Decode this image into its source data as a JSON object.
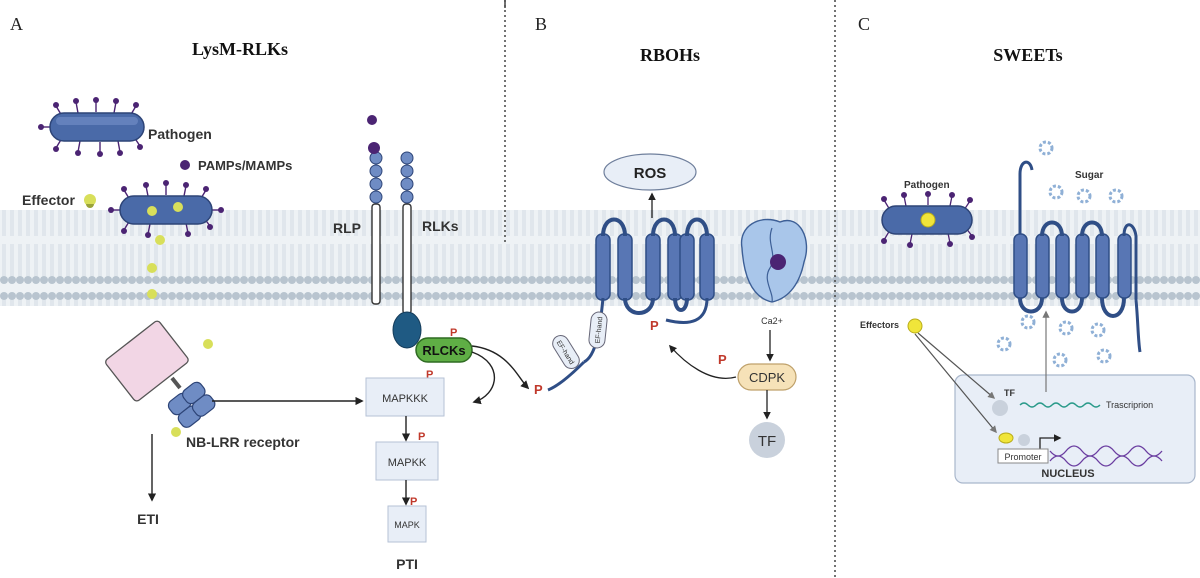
{
  "panels": {
    "a": {
      "letter": "A",
      "title": "LysM-RLKs",
      "labels": {
        "pathogen": "Pathogen",
        "pamps": "PAMPs/MAMPs",
        "effector": "Effector",
        "rlp": "RLP",
        "rlks": "RLKs",
        "rlcks": "RLCKs",
        "p": "P",
        "mapkkk": "MAPKKK",
        "mapkk": "MAPKK",
        "mapk": "MAPK",
        "nblrr": "NB-LRR receptor",
        "eti": "ETI",
        "pti": "PTI"
      }
    },
    "b": {
      "letter": "B",
      "title": "RBOHs",
      "labels": {
        "ros": "ROS",
        "ef_hand_1": "EF-hand",
        "ef_hand_2": "EF-hand",
        "p": "P",
        "ca": "Ca2+",
        "cdpk": "CDPK",
        "tf": "TF"
      }
    },
    "c": {
      "letter": "C",
      "title": "SWEETs",
      "labels": {
        "pathogen": "Pathogen",
        "sugar": "Sugar",
        "effectors": "Effectors",
        "tf": "TF",
        "transcription": "Trascriprion",
        "promoter": "Promoter",
        "nucleus": "NUCLEUS"
      }
    }
  },
  "colors": {
    "membrane": "#c9d3dc",
    "protein_blue": "#5876b4",
    "protein_dark": "#2f4e86",
    "rlck_green": "#5fae45",
    "effector_yellow": "#d8df5a",
    "pamp_purple": "#4b2473",
    "phospho_red": "#c0392b",
    "box_fill": "#e8eef7"
  }
}
